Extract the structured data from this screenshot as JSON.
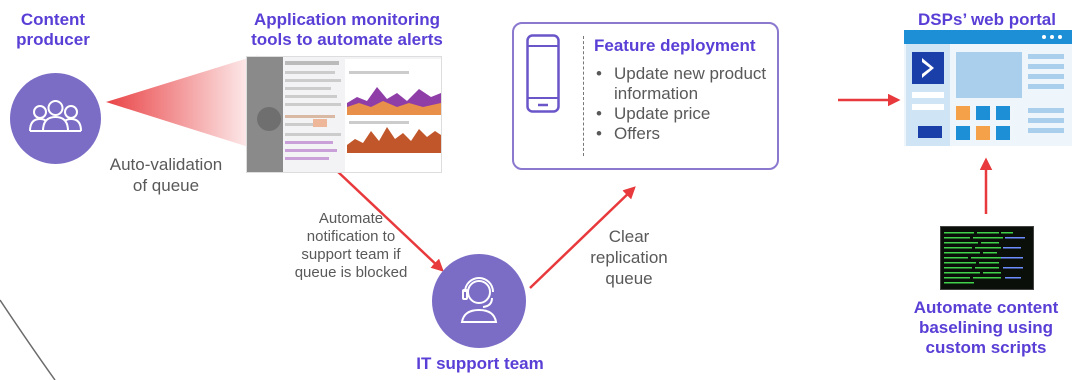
{
  "nodes": {
    "content_producer": "Content\nproducer",
    "monitoring_tools": "Application monitoring\ntools to automate alerts",
    "dsp_portal": "DSPs’ web portal",
    "it_support": "IT support team",
    "automate_baselining": "Automate content\nbaselining using\ncustom scripts"
  },
  "labels": {
    "auto_validation": "Auto-validation\nof queue",
    "automate_notification": "Automate\nnotification to\nsupport team if\nqueue is blocked",
    "clear_replication": "Clear\nreplication\nqueue"
  },
  "feature_box": {
    "title": "Feature deployment",
    "items": [
      "Update new product information",
      "Update price",
      "Offers"
    ]
  },
  "icons": {
    "producer": "people-group-icon",
    "support": "headset-agent-icon",
    "phone": "mobile-phone-icon",
    "portal": "web-portal-icon",
    "monitoring": "dashboard-screenshot",
    "terminal": "terminal-screenshot"
  },
  "colors": {
    "title": "#5a3fd6",
    "circle": "#7b6cc6",
    "arrow": "#e8393c",
    "box_border": "#8b78cf",
    "portal_blue": "#1c8fd6",
    "portal_orange": "#f4a14a"
  }
}
